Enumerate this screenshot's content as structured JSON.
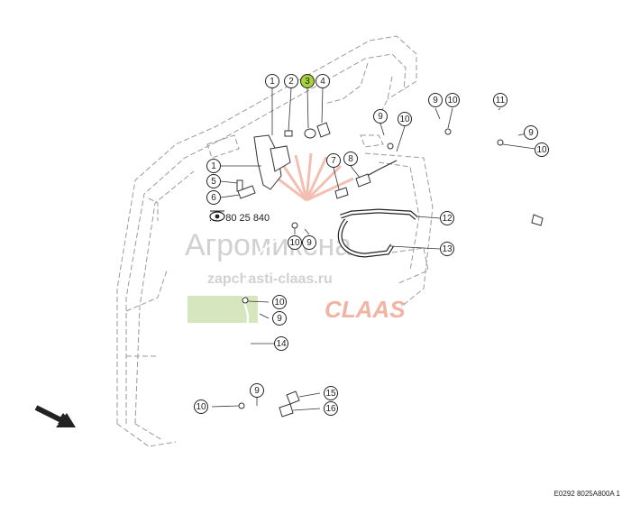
{
  "callouts": [
    {
      "label": "1",
      "highlight": false
    },
    {
      "label": "2",
      "highlight": false
    },
    {
      "label": "3",
      "highlight": true
    },
    {
      "label": "4",
      "highlight": false
    },
    {
      "label": "1",
      "highlight": false
    },
    {
      "label": "5",
      "highlight": false
    },
    {
      "label": "6",
      "highlight": false
    },
    {
      "label": "7",
      "highlight": false
    },
    {
      "label": "8",
      "highlight": false
    },
    {
      "label": "9",
      "highlight": false
    },
    {
      "label": "10",
      "highlight": false
    },
    {
      "label": "9",
      "highlight": false
    },
    {
      "label": "10",
      "highlight": false
    },
    {
      "label": "11",
      "highlight": false
    },
    {
      "label": "9",
      "highlight": false
    },
    {
      "label": "10",
      "highlight": false
    },
    {
      "label": "12",
      "highlight": false
    },
    {
      "label": "13",
      "highlight": false
    },
    {
      "label": "10",
      "highlight": false
    },
    {
      "label": "9",
      "highlight": false
    },
    {
      "label": "10",
      "highlight": false
    },
    {
      "label": "9",
      "highlight": false
    },
    {
      "label": "14",
      "highlight": false
    },
    {
      "label": "10",
      "highlight": false
    },
    {
      "label": "9",
      "highlight": false
    },
    {
      "label": "15",
      "highlight": false
    },
    {
      "label": "16",
      "highlight": false
    }
  ],
  "part_number": {
    "prefix": "...",
    "value": "80 25 840"
  },
  "drawing_ref": "E0292 8025A800A 1",
  "watermark": {
    "brand": "Агромиксна",
    "site": "zapchasti-claas.ru",
    "logo": "CLAAS"
  },
  "colors": {
    "highlight": "#a6d23c",
    "watermark_red": "#e56a4a",
    "watermark_green": "#cfe3b4"
  }
}
